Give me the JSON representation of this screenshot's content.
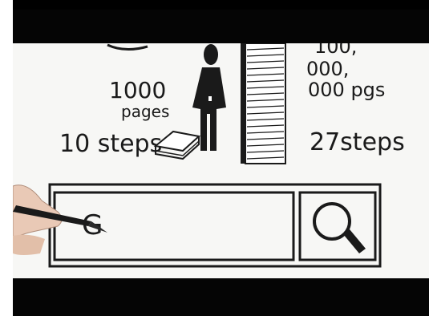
{
  "scene": {
    "left_pages": "1000",
    "left_pages_label": "pages",
    "left_steps": "10 steps",
    "right_pages_line1": "100,",
    "right_pages_line2": "000,",
    "right_pages_line3": "000 pgs",
    "right_steps": "27steps",
    "search_box_text": "G"
  }
}
